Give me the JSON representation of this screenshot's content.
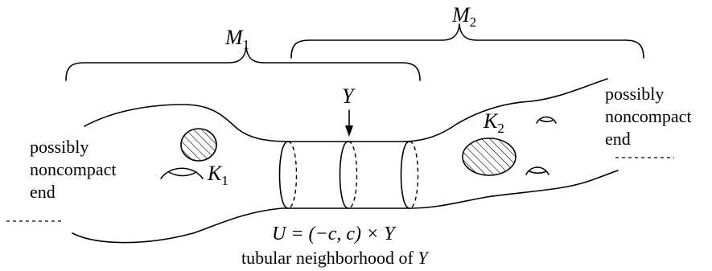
{
  "labels": {
    "m1": {
      "base": "M",
      "sub": "1"
    },
    "m2": {
      "base": "M",
      "sub": "2"
    },
    "k1": {
      "base": "K",
      "sub": "1"
    },
    "k2": {
      "base": "K",
      "sub": "2"
    },
    "y": "Y",
    "left_end": [
      "possibly",
      "noncompact",
      "end"
    ],
    "right_end": [
      "possibly",
      "noncompact",
      "end"
    ],
    "u_equation": "U = (−c, c) × Y",
    "tubular_caption_prefix": "tubular neighborhood of ",
    "tubular_caption_var": "Y"
  }
}
